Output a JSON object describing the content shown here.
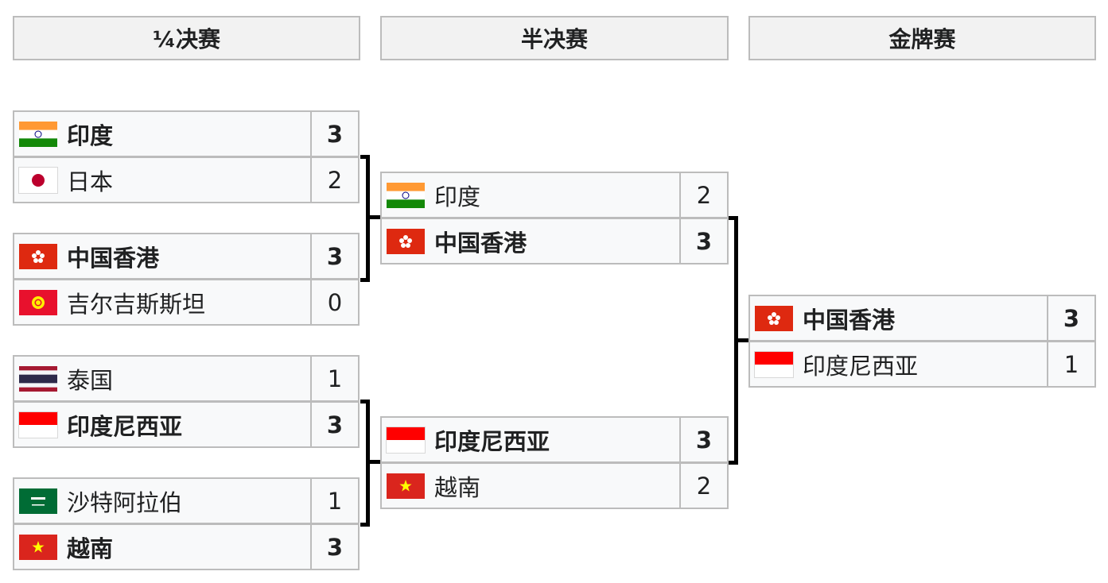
{
  "rounds": {
    "quarterfinal": "¼决赛",
    "semifinal": "半决赛",
    "final": "金牌赛"
  },
  "colors": {
    "header_bg": "#f2f2f2",
    "border": "#bcbcbc",
    "row_bg": "#f8f9fa",
    "connector": "#000000"
  },
  "quarterfinals": [
    {
      "team1": {
        "name": "印度",
        "flag": "india-flag-icon",
        "score": "3",
        "winner": true
      },
      "team2": {
        "name": "日本",
        "flag": "japan-flag-icon",
        "score": "2",
        "winner": false
      }
    },
    {
      "team1": {
        "name": "中国香港",
        "flag": "hong-kong-flag-icon",
        "score": "3",
        "winner": true
      },
      "team2": {
        "name": "吉尔吉斯斯坦",
        "flag": "kyrgyzstan-flag-icon",
        "score": "0",
        "winner": false
      }
    },
    {
      "team1": {
        "name": "泰国",
        "flag": "thailand-flag-icon",
        "score": "1",
        "winner": false
      },
      "team2": {
        "name": "印度尼西亚",
        "flag": "indonesia-flag-icon",
        "score": "3",
        "winner": true
      }
    },
    {
      "team1": {
        "name": "沙特阿拉伯",
        "flag": "saudi-arabia-flag-icon",
        "score": "1",
        "winner": false
      },
      "team2": {
        "name": "越南",
        "flag": "vietnam-flag-icon",
        "score": "3",
        "winner": true
      }
    }
  ],
  "semifinals": [
    {
      "team1": {
        "name": "印度",
        "flag": "india-flag-icon",
        "score": "2",
        "winner": false
      },
      "team2": {
        "name": "中国香港",
        "flag": "hong-kong-flag-icon",
        "score": "3",
        "winner": true
      }
    },
    {
      "team1": {
        "name": "印度尼西亚",
        "flag": "indonesia-flag-icon",
        "score": "3",
        "winner": true
      },
      "team2": {
        "name": "越南",
        "flag": "vietnam-flag-icon",
        "score": "2",
        "winner": false
      }
    }
  ],
  "final": {
    "team1": {
      "name": "中国香港",
      "flag": "hong-kong-flag-icon",
      "score": "3",
      "winner": true
    },
    "team2": {
      "name": "印度尼西亚",
      "flag": "indonesia-flag-icon",
      "score": "1",
      "winner": false
    }
  }
}
